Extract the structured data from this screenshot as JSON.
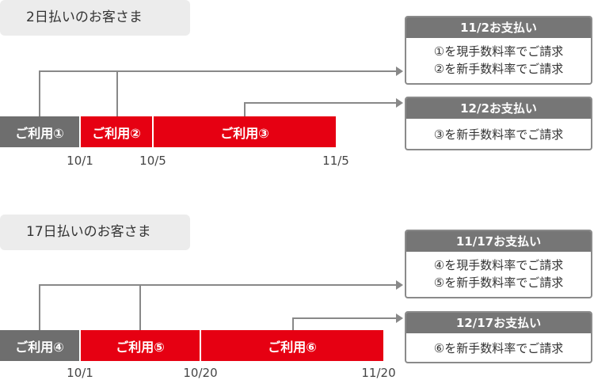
{
  "section1": {
    "title": "2日払いのお客さま",
    "bars": [
      "ご利用①",
      "ご利用②",
      "ご利用③"
    ],
    "dates": [
      "10/1",
      "10/5",
      "11/5"
    ],
    "box1": {
      "head": "11/2お支払い",
      "lines": [
        "①を現手数料率でご請求",
        "②を新手数料率でご請求"
      ]
    },
    "box2": {
      "head": "12/2お支払い",
      "lines": [
        "③を新手数料率でご請求"
      ]
    }
  },
  "section2": {
    "title": "17日払いのお客さま",
    "bars": [
      "ご利用④",
      "ご利用⑤",
      "ご利用⑥"
    ],
    "dates": [
      "10/1",
      "10/20",
      "11/20"
    ],
    "box1": {
      "head": "11/17お支払い",
      "lines": [
        "④を現手数料率でご請求",
        "⑤を新手数料率でご請求"
      ]
    },
    "box2": {
      "head": "12/17お支払い",
      "lines": [
        "⑥を新手数料率でご請求"
      ]
    }
  },
  "colors": {
    "usage_current": "#6e6e6e",
    "usage_new": "#e60012",
    "box_header": "#767676"
  }
}
